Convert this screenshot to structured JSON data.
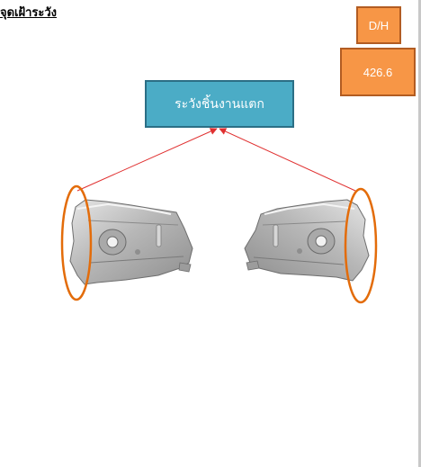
{
  "heading": "จุดเฝ้าระวัง",
  "dh_box": {
    "label": "D/H",
    "color": "#f79646"
  },
  "value_box": {
    "label": "426.6",
    "color": "#f79646"
  },
  "warning_box": {
    "label": "ระวังชิ้นงานแตก",
    "color": "#4bacc6"
  },
  "colors": {
    "arrow_line": "#e03030",
    "highlight_ellipse": "#e36c0a",
    "part_metal": "#b8b8b8"
  },
  "icons": {
    "left_part": "stamped-metal-bracket-left",
    "right_part": "stamped-metal-bracket-right"
  }
}
